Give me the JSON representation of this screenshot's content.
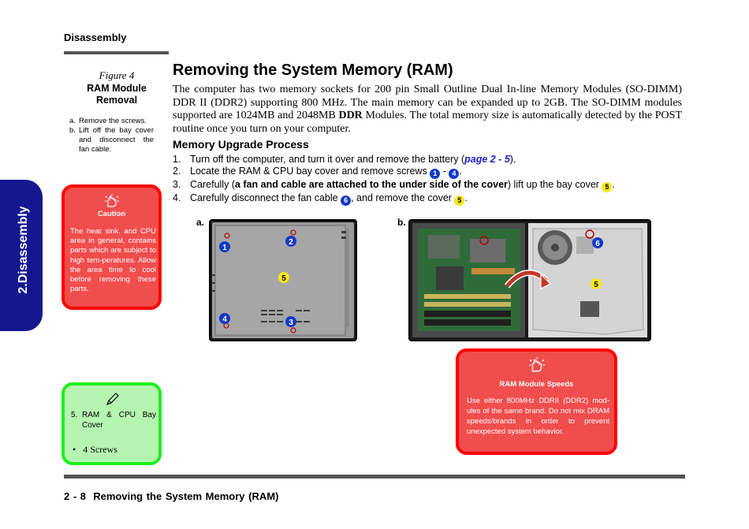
{
  "header": {
    "section": "Disassembly"
  },
  "side_tab": {
    "label": "2.Disassembly"
  },
  "figure": {
    "number": "Figure 4",
    "title_line1": "RAM Module",
    "title_line2": "Removal",
    "steps": [
      {
        "letter": "a.",
        "text": "Remove the screws."
      },
      {
        "letter": "b.",
        "text": "Lift off the bay cover and disconnect the fan cable."
      }
    ]
  },
  "caution": {
    "title": "Caution",
    "text": "The heat sink, and CPU area in general, contains parts which are subject to high tem-peratures. Allow the area time to cool before removing these parts.",
    "icon": "caution-hand-icon"
  },
  "note": {
    "icon": "pen-icon",
    "item_num": "5.",
    "item_text": "RAM & CPU Bay Cover",
    "bullet": "•",
    "bullet_text": "4 Screws"
  },
  "main": {
    "title": "Removing the System Memory (RAM)",
    "intro_1": "The computer has two memory sockets for 200 pin Small Outline Dual In-line Memory Modules (SO-DIMM) DDR II (DDR2) supporting 800 MHz. The main memory can be expanded up to 2GB. The SO-DIMM modules supported are 1024MB and 2048MB ",
    "intro_bold": "DDR",
    "intro_2": " Modules. The total memory size is automatically detected by the POST routine once you turn on your computer.",
    "subheading": "Memory Upgrade Process",
    "step1_num": "1.",
    "step1_a": "Turn off the computer, and turn it over and remove the battery (",
    "step1_link": "page 2 - 5",
    "step1_b": ").",
    "step2_num": "2.",
    "step2_a": "Locate the RAM & CPU bay cover and remove screws ",
    "step2_c1": "1",
    "step2_dash": " - ",
    "step2_c2": "4",
    "step2_b": ".",
    "step3_num": "3.",
    "step3_a": "Carefully (",
    "step3_bold": "a fan and cable are attached to the under side of the cover",
    "step3_b": ") lift up the bay cover ",
    "step3_c": "5",
    "step3_end": ".",
    "step4_num": "4.",
    "step4_a": "Carefully disconnect the fan cable ",
    "step4_c1": "6",
    "step4_b": ", and remove the cover ",
    "step4_c2": "5",
    "step4_end": "."
  },
  "photos": {
    "label_a": "a.",
    "label_b": "b.",
    "a_callouts": [
      "1",
      "2",
      "5",
      "4",
      "3"
    ],
    "b_callouts": [
      "6",
      "5"
    ]
  },
  "speeds": {
    "icon": "caution-hand-icon",
    "title": "RAM Module Speeds",
    "text": "Use either 800MHz DDRII (DDR2) mod-ules of the same brand. Do not mix DRAM speeds/brands in order to prevent unexpected system behavior."
  },
  "footer": {
    "page": "2 - 8",
    "title": "Removing the System Memory (RAM)"
  },
  "colors": {
    "tab": "#15178f",
    "caution_fill": "#f04d4d",
    "caution_border": "#ff0000",
    "note_fill": "#b6f5b1",
    "note_border": "#1ef01e",
    "link": "#1f22c8",
    "callout_blue": "#1538c8",
    "callout_yellow": "#f7e81a"
  }
}
